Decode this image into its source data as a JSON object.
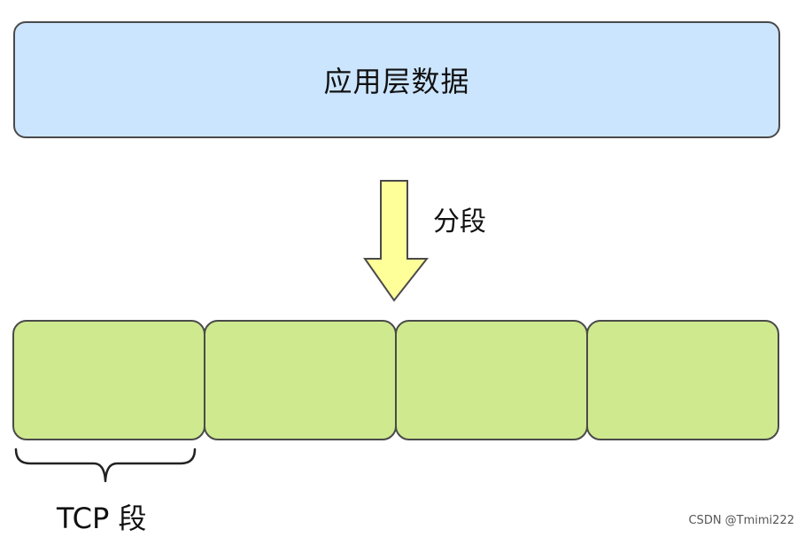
{
  "diagram": {
    "app_data_label": "应用层数据",
    "arrow_label": "分段",
    "segment_count": 4,
    "tcp_segment_label": "TCP 段",
    "watermark": "CSDN @Tmimi222"
  },
  "colors": {
    "app_box_fill": "#cce5ff",
    "segment_fill": "#cfe98f",
    "arrow_fill": "#ffff99",
    "outline": "#4a4a4a"
  },
  "icons": {
    "arrow": "down-arrow-icon",
    "brace": "curly-brace-icon"
  }
}
